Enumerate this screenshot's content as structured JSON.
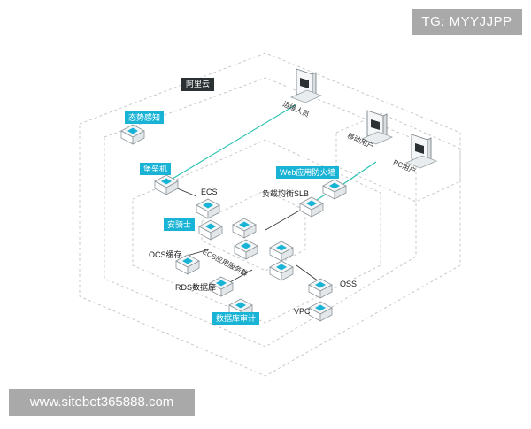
{
  "watermarks": {
    "tg": "TG: MYYJJPP",
    "site": "www.sitebet365888.com"
  },
  "cloud": {
    "label": "阿里云"
  },
  "users": {
    "operator": "运维人员",
    "mobile": "移动用户",
    "pc": "PC用户"
  },
  "nodes": {
    "situation": "态势感知",
    "bastion": "堡垒机",
    "waf": "Web应用防火墙",
    "slb": "负载均衡SLB",
    "ecs": "ECS",
    "security_guard": "安骑士",
    "ocs": "OCS缓存",
    "ecs_cluster": "ECS应用服务群",
    "rds": "RDS数据库",
    "db_audit": "数据库审计",
    "oss": "OSS",
    "vpc": "VPC"
  },
  "colors": {
    "accent": "#19b3d6",
    "link": "#26c0b0",
    "dark": "#2b3033",
    "outline": "#c8c8c8"
  }
}
